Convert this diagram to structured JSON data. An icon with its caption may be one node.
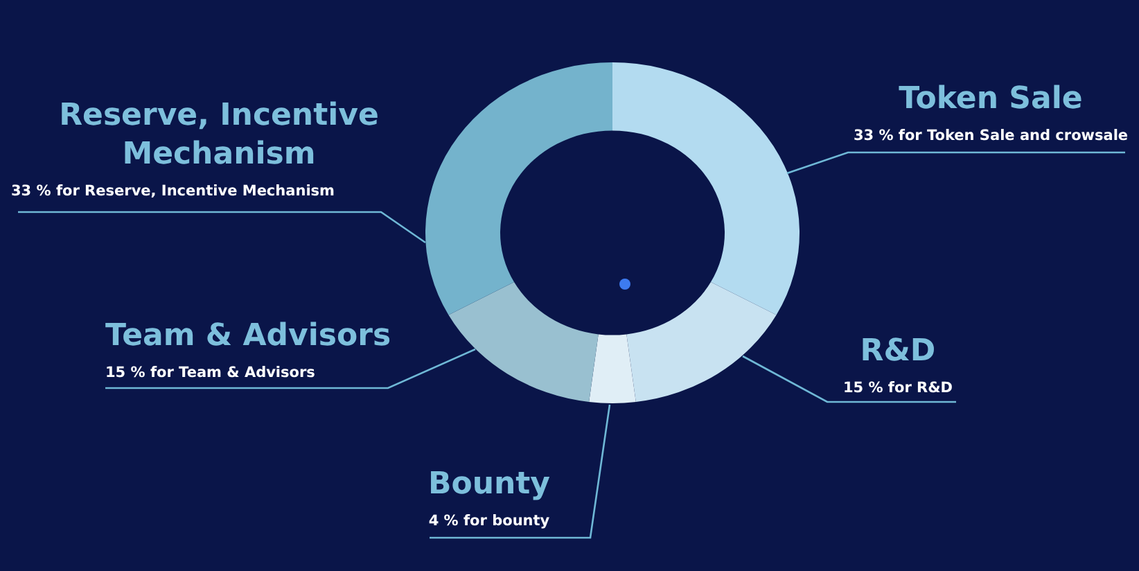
{
  "diagram": {
    "chart_data": {
      "type": "donut",
      "categories": [
        "Token Sale",
        "R&D",
        "Bounty",
        "Team & Advisors",
        "Reserve, Incentive Mechanism"
      ],
      "values": [
        33,
        15,
        4,
        15,
        33
      ],
      "annotations": [
        "33 % for Token Sale and crowsale",
        "15 % for R&D",
        "4 % for bounty",
        "15 % for Team & Advisors",
        "33 % for Reserve, Incentive Mechanism"
      ]
    }
  }
}
